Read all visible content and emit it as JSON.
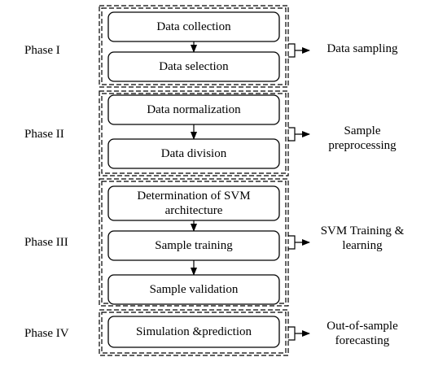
{
  "colors": {
    "stroke": "#000000",
    "background": "#ffffff",
    "text": "#000000"
  },
  "phases": [
    {
      "label": "Phase I",
      "steps": [
        {
          "lines": [
            "Data collection"
          ]
        },
        {
          "lines": [
            "Data selection"
          ]
        }
      ],
      "outcome": {
        "lines": [
          "Data sampling"
        ]
      }
    },
    {
      "label": "Phase II",
      "steps": [
        {
          "lines": [
            "Data normalization"
          ]
        },
        {
          "lines": [
            "Data division"
          ]
        }
      ],
      "outcome": {
        "lines": [
          "Sample",
          "preprocessing"
        ]
      }
    },
    {
      "label": "Phase III",
      "steps": [
        {
          "lines": [
            "Determination of SVM",
            "architecture"
          ]
        },
        {
          "lines": [
            "Sample training"
          ]
        },
        {
          "lines": [
            "Sample validation"
          ]
        }
      ],
      "outcome": {
        "lines": [
          "SVM Training &",
          "learning"
        ]
      }
    },
    {
      "label": "Phase IV",
      "steps": [
        {
          "lines": [
            "Simulation &prediction"
          ]
        }
      ],
      "outcome": {
        "lines": [
          "Out-of-sample",
          "forecasting"
        ]
      }
    }
  ]
}
